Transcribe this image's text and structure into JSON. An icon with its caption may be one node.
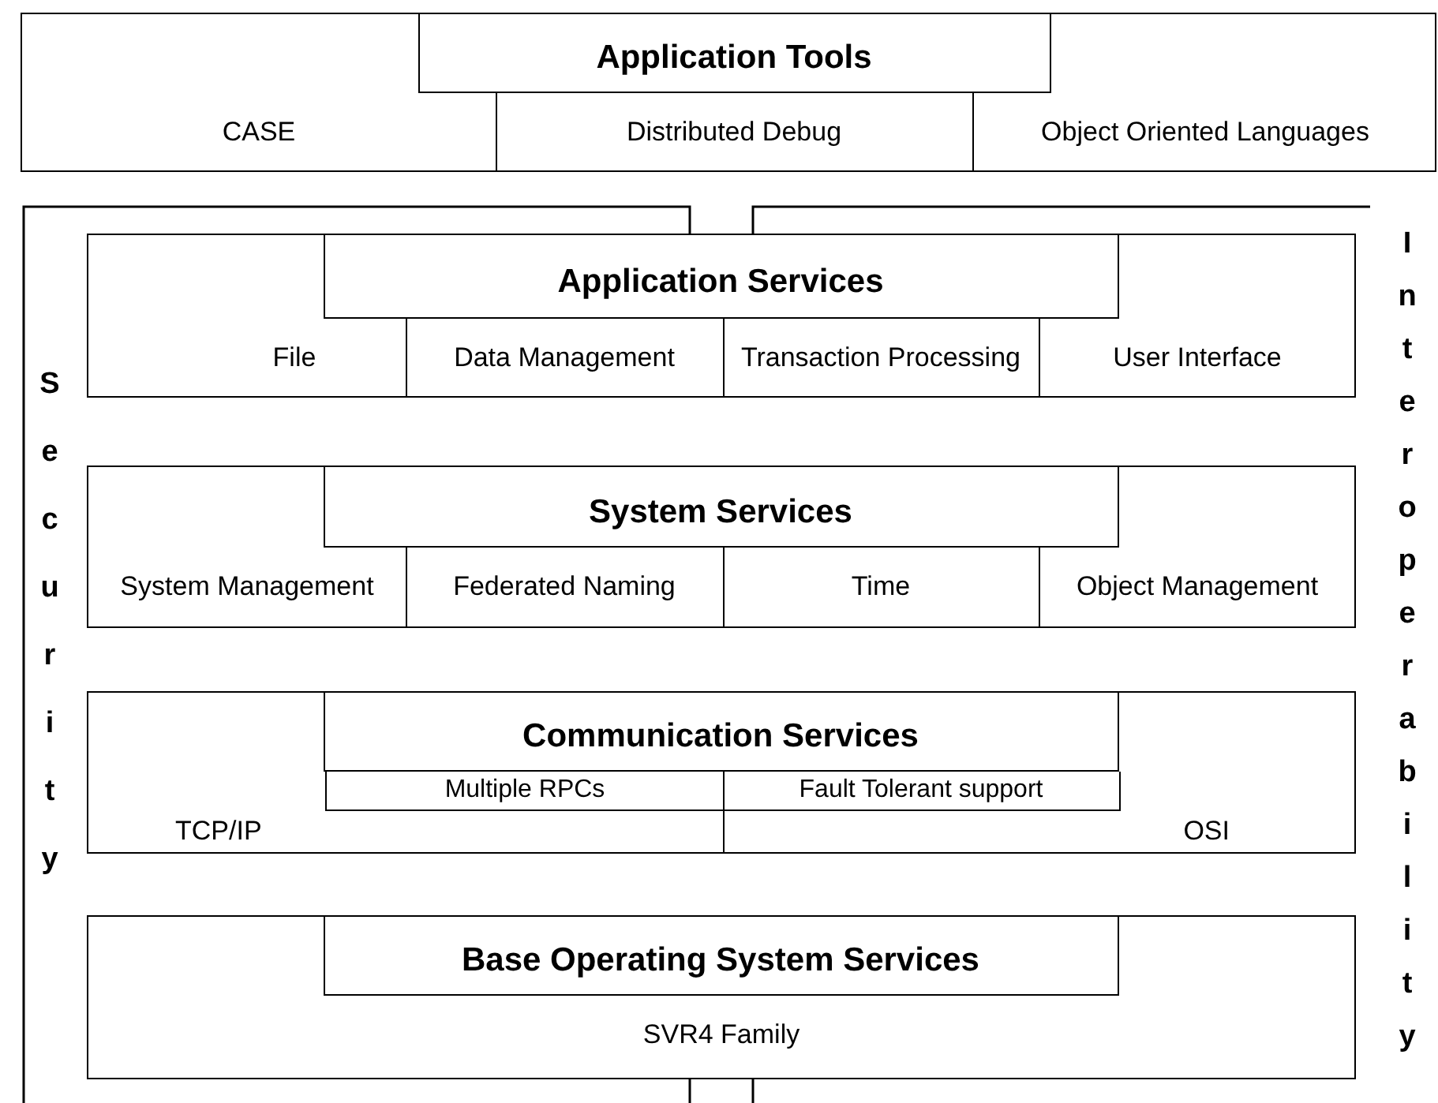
{
  "diagram": {
    "nodes": [
      {
        "text": [
          "Application Tools"
        ]
      },
      {
        "text": [
          "CASE"
        ],
        "in": 0
      },
      {
        "text": [
          "Distributed Debug"
        ],
        "in": 0
      },
      {
        "text": [
          "Object Oriented Languages"
        ],
        "in": 0
      },
      {
        "text": [
          "Security",
          "Interoperability"
        ]
      },
      {
        "text": [
          "Application Services"
        ],
        "in": 4
      },
      {
        "text": [
          "File"
        ],
        "in": 5
      },
      {
        "text": [
          "Data Management"
        ],
        "in": 5
      },
      {
        "text": [
          "Transaction Processing"
        ],
        "in": 5
      },
      {
        "text": [
          "User Interface"
        ],
        "in": 5
      },
      {
        "text": [
          "System Services"
        ],
        "in": 4
      },
      {
        "text": [
          "System Management"
        ],
        "in": 10
      },
      {
        "text": [
          "Federated Naming"
        ],
        "in": 10
      },
      {
        "text": [
          "Time"
        ],
        "in": 10
      },
      {
        "text": [
          "Object Management"
        ],
        "in": 10
      },
      {
        "text": [
          "Communication Services"
        ],
        "in": 4
      },
      {
        "text": [
          "Multiple RPCs"
        ],
        "in": 15
      },
      {
        "text": [
          "Fault Tolerant support"
        ],
        "in": 15
      },
      {
        "text": [
          "TCP/IP"
        ],
        "in": 15
      },
      {
        "text": [
          "OSI"
        ],
        "in": 15
      },
      {
        "text": [
          "Base Operating System Services",
          "SVR4 Family"
        ],
        "in": 4
      }
    ],
    "edges": []
  }
}
